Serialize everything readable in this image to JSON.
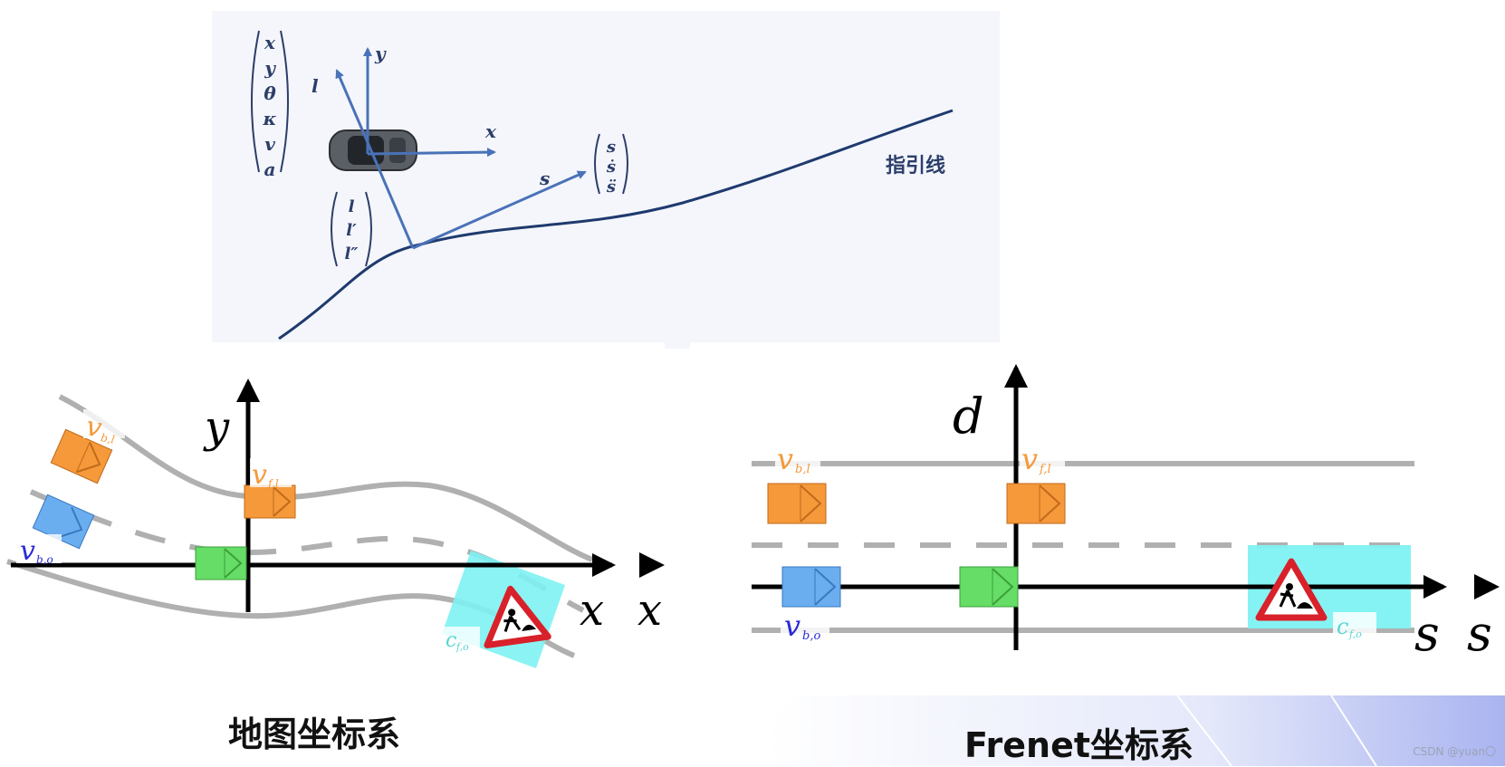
{
  "top": {
    "state_vector": [
      "x",
      "y",
      "θ",
      "κ",
      "v",
      "a"
    ],
    "axis_labels": {
      "l": "l",
      "y": "y",
      "x": "x",
      "s": "s"
    },
    "s_vector": [
      "s",
      "ṡ",
      "s̈"
    ],
    "l_vector": [
      "l",
      "l′",
      "l″"
    ],
    "guide_line_label": "指引线"
  },
  "map": {
    "axis_y": "y",
    "axis_x": "x",
    "axis_x_clipped": "x",
    "labels": {
      "vbl": "v",
      "vbl_sub": "b,l",
      "vfl": "v",
      "vfl_sub": "f,l",
      "vbo": "v",
      "vbo_sub": "b,o",
      "cfo": "c",
      "cfo_sub": "f,o"
    },
    "caption": "地图坐标系"
  },
  "frenet": {
    "axis_d": "d",
    "axis_s": "s",
    "axis_s_clipped": "s",
    "labels": {
      "vbl": "v",
      "vbl_sub": "b,l",
      "vfl": "v",
      "vfl_sub": "f,l",
      "vbo": "v",
      "vbo_sub": "b,o",
      "cfo": "c",
      "cfo_sub": "f,o"
    },
    "caption": "Frenet坐标系"
  },
  "watermark": "CSDN @yuan〇",
  "colors": {
    "axis_blue": "#4a72b8",
    "curve_navy": "#1f3a6e",
    "orange": "#f5993a",
    "blue_box": "#6aaef0",
    "green": "#66dd66",
    "cyan": "#7ef2f2",
    "road_gray": "#b0b0b0",
    "warning_red": "#d8212a"
  }
}
